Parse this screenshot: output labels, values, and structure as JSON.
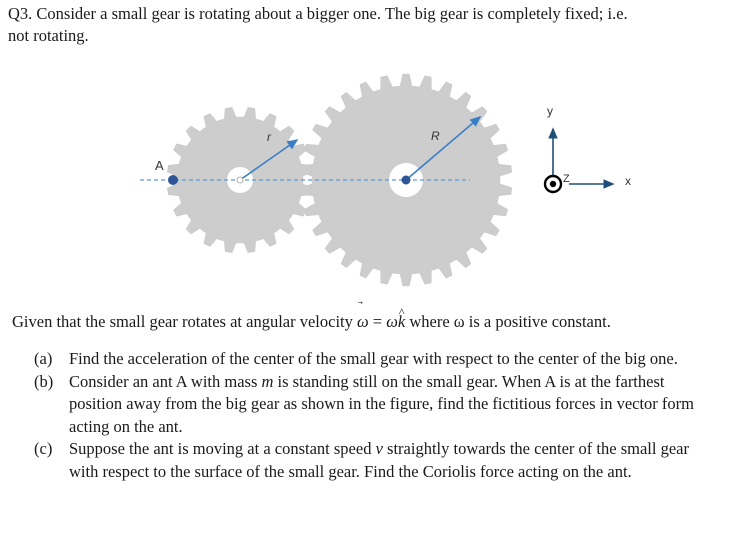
{
  "question": {
    "line1": "Q3. Consider a small gear is rotating about a bigger one. The big gear is completely fixed; i.e.",
    "line2": "not rotating."
  },
  "figure": {
    "label_small_radius": "r",
    "label_big_radius": "R",
    "label_point": "A",
    "axis_y": "y",
    "axis_x": "x",
    "axis_z": "Z",
    "colors": {
      "gear_fill": "#cdcdcd",
      "radius_arrow": "#3a7fc6",
      "point_fill": "#2f5597",
      "dashed_line": "#5b9bd5"
    }
  },
  "given": {
    "before": "Given that the small gear rotates at angular velocity ",
    "omega_vec": "ω",
    "equals": " = ",
    "omega": "ω",
    "k": "k",
    "after": " where ω is a positive constant."
  },
  "parts": [
    {
      "label": "(a)",
      "text": "Find the acceleration of the center of the small gear with respect to the center of the big one."
    },
    {
      "label": "(b)",
      "before": "Consider an ant A with mass ",
      "var": "m",
      "after": " is standing still on the small gear. When A is at the farthest position away from the big gear as shown in the figure, find the fictitious forces in vector form acting on the ant."
    },
    {
      "label": "(c)",
      "before": "Suppose the ant is moving at a constant speed ",
      "var": "v",
      "after": " straightly towards the center of the small gear with respect to the surface of the small gear.  Find the Coriolis force acting on the ant."
    }
  ]
}
